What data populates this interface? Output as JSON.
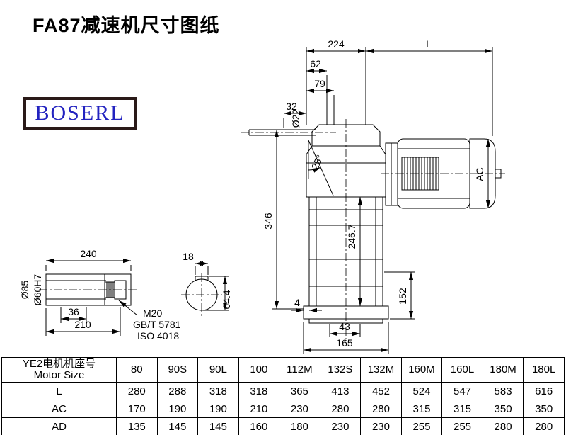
{
  "page": {
    "title": "FA87减速机尺寸图纸"
  },
  "logo": {
    "text": "BOSERL"
  },
  "drawing": {
    "main": {
      "dim_224": "224",
      "dim_L": "L",
      "dim_62": "62",
      "dim_79": "79",
      "dim_32": "32",
      "dia_22": "Ø22",
      "angle_25": "25°",
      "dim_346": "346",
      "dim_246_7": "246.7",
      "dim_AC": "AC",
      "dim_152": "152",
      "dim_4": "4",
      "dim_43": "43",
      "dim_165": "165"
    },
    "shaft": {
      "dim_240": "240",
      "dia_85": "Ø85",
      "dia_60": "Ø60H7",
      "dim_36": "36",
      "dim_210": "210",
      "notes": [
        "M20",
        "GB/T 5781",
        "ISO 4018"
      ]
    },
    "key": {
      "dim_18": "18",
      "dim_64_4": "64.4"
    }
  },
  "table": {
    "header_cn": "YE2电机机座号",
    "header_en": "Motor Size",
    "sizes": [
      "80",
      "90S",
      "90L",
      "100",
      "112M",
      "132S",
      "132M",
      "160M",
      "160L",
      "180M",
      "180L"
    ],
    "rows": [
      {
        "label": "L",
        "values": [
          "280",
          "288",
          "318",
          "318",
          "365",
          "413",
          "452",
          "524",
          "547",
          "583",
          "616"
        ]
      },
      {
        "label": "AC",
        "values": [
          "170",
          "190",
          "190",
          "210",
          "230",
          "280",
          "280",
          "315",
          "315",
          "350",
          "350"
        ]
      },
      {
        "label": "AD",
        "values": [
          "135",
          "145",
          "145",
          "160",
          "180",
          "230",
          "230",
          "255",
          "255",
          "280",
          "280"
        ]
      }
    ]
  }
}
